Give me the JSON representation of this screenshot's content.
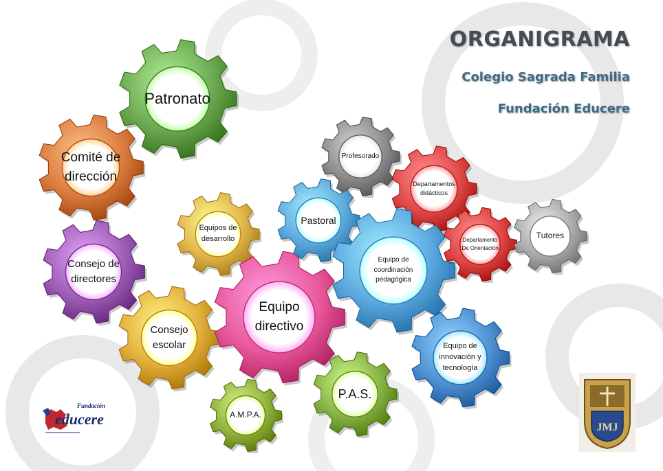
{
  "header": {
    "title": "ORGANIGRAMA",
    "subtitle_1": "Colegio Sagrada Familia",
    "subtitle_2": "Fundación Educere"
  },
  "gears": {
    "patronato": {
      "label": "Patronato",
      "color": "#6aa84f"
    },
    "comite": {
      "label": "Comité de\ndirección",
      "color": "#d97a3e"
    },
    "consejo_directores": {
      "label": "Consejo de\ndirectores",
      "color": "#9c5cb4"
    },
    "consejo_escolar": {
      "label": "Consejo\nescolar",
      "color": "#e0ad3a"
    },
    "equipos_desarrollo": {
      "label": "Equipos de\ndesarrollo",
      "color": "#e0b44a"
    },
    "equipo_directivo": {
      "label": "Equipo\ndirectivo",
      "color": "#e8569a"
    },
    "ampa": {
      "label": "A.M.P.A.",
      "color": "#8fae3c"
    },
    "pas": {
      "label": "P.A.S.",
      "color": "#86b144"
    },
    "profesorado": {
      "label": "Profesorado",
      "color": "#8c8c8c"
    },
    "departamentos_didacticos": {
      "label": "Departamentos\ndidácticos",
      "color": "#e04848"
    },
    "departamento_orientacion": {
      "label": "Departamento\nDe Orientación",
      "color": "#dd4444"
    },
    "tutores": {
      "label": "Tutores",
      "color": "#a8a8a8"
    },
    "pastoral": {
      "label": "Pastoral",
      "color": "#5ea9dd"
    },
    "coordinacion": {
      "label": "Equipo de\ncoordinación\npedagógica",
      "color": "#5aa7e0"
    },
    "innovacion": {
      "label": "Equipo de\ninnovación y\ntecnología",
      "color": "#4d8fd0"
    }
  },
  "logos": {
    "educere_small": "Fundación",
    "educere_main": "educere",
    "crest_text": "JMJ"
  }
}
